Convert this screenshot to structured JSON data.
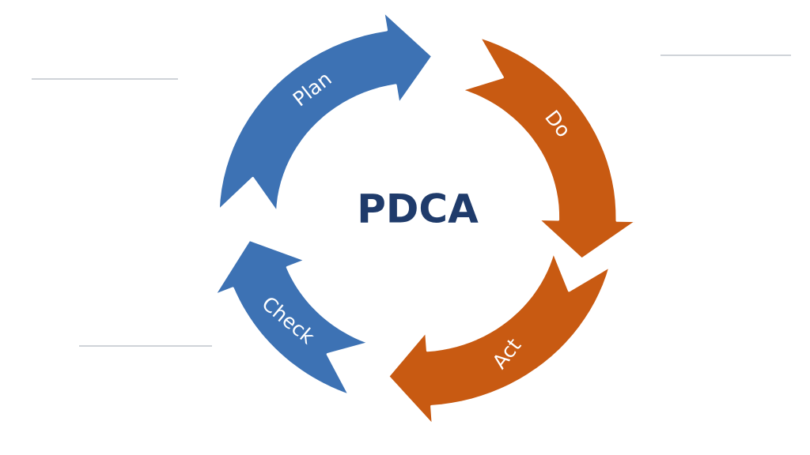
{
  "diagram": {
    "center_title": "PDCA",
    "segments": [
      {
        "id": "plan",
        "label": "Plan",
        "color": "#3d72b4"
      },
      {
        "id": "do",
        "label": "Do",
        "color": "#c85a12"
      },
      {
        "id": "act",
        "label": "Act",
        "color": "#c85a12"
      },
      {
        "id": "check",
        "label": "Check",
        "color": "#3d72b4"
      }
    ],
    "colors": {
      "title": "#1f3b6b",
      "outline": "#ffffff"
    }
  }
}
